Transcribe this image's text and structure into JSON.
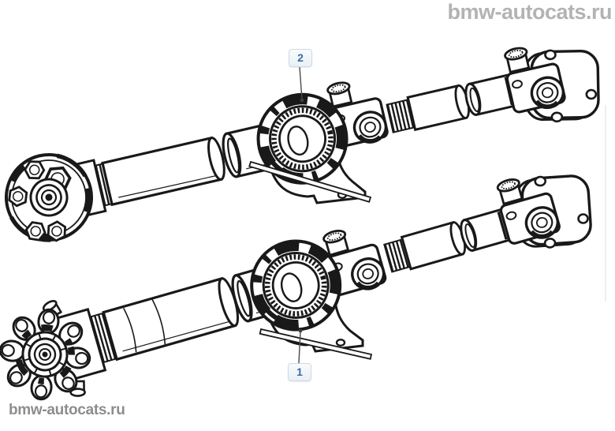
{
  "watermarks": {
    "top_right": "bmw-autocats.ru",
    "bottom_left": "bmw-autocats.ru"
  },
  "diagram": {
    "callouts": [
      {
        "label": "1"
      },
      {
        "label": "2"
      }
    ],
    "colors": {
      "line_art": "#191919",
      "callout_text": "#3a6da3",
      "callout_background": "#eef3f8",
      "callout_border": "#cfdae4",
      "watermark_top": "#b3b3b3",
      "watermark_bottom": "#8d8d8d"
    }
  }
}
